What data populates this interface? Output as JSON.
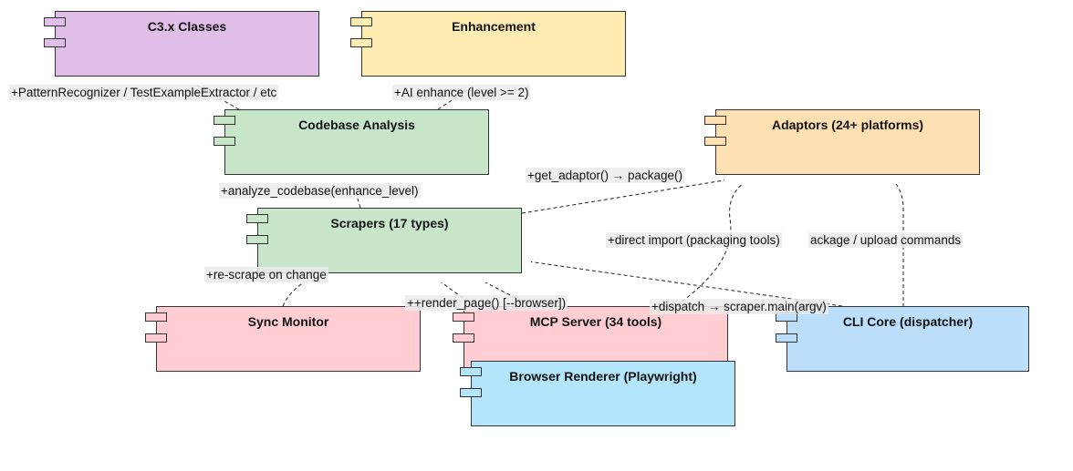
{
  "components": {
    "c3x": {
      "title": "C3.x Classes",
      "fill": "#e1bee7"
    },
    "enhancement": {
      "title": "Enhancement",
      "fill": "#ffecb3"
    },
    "codebase": {
      "title": "Codebase Analysis",
      "fill": "#c8e6c9"
    },
    "adaptors": {
      "title": "Adaptors (24+ platforms)",
      "fill": "#ffe0b2"
    },
    "scrapers": {
      "title": "Scrapers (17 types)",
      "fill": "#c8e6c9"
    },
    "sync": {
      "title": "Sync Monitor",
      "fill": "#ffcdd2"
    },
    "mcp": {
      "title": "MCP Server (34 tools)",
      "fill": "#ffcdd2"
    },
    "cli": {
      "title": "CLI Core (dispatcher)",
      "fill": "#bbdefb"
    },
    "browser": {
      "title": "Browser Renderer (Playwright)",
      "fill": "#b3e5fc"
    }
  },
  "edges": {
    "pattern": "+PatternRecognizer / TestExampleExtractor / etc",
    "ai": "+AI enhance (level >= 2)",
    "analyze": "+analyze_codebase(enhance_level)",
    "get_adaptor": "+get_adaptor() → package()",
    "direct_import": "+direct import (packaging tools)",
    "package_upload": "ackage / upload commands",
    "rescrape": "+re-scrape on change",
    "render": "++render_page() [--browser])",
    "dispatch": "+dispatch → scraper.main(argv)"
  }
}
